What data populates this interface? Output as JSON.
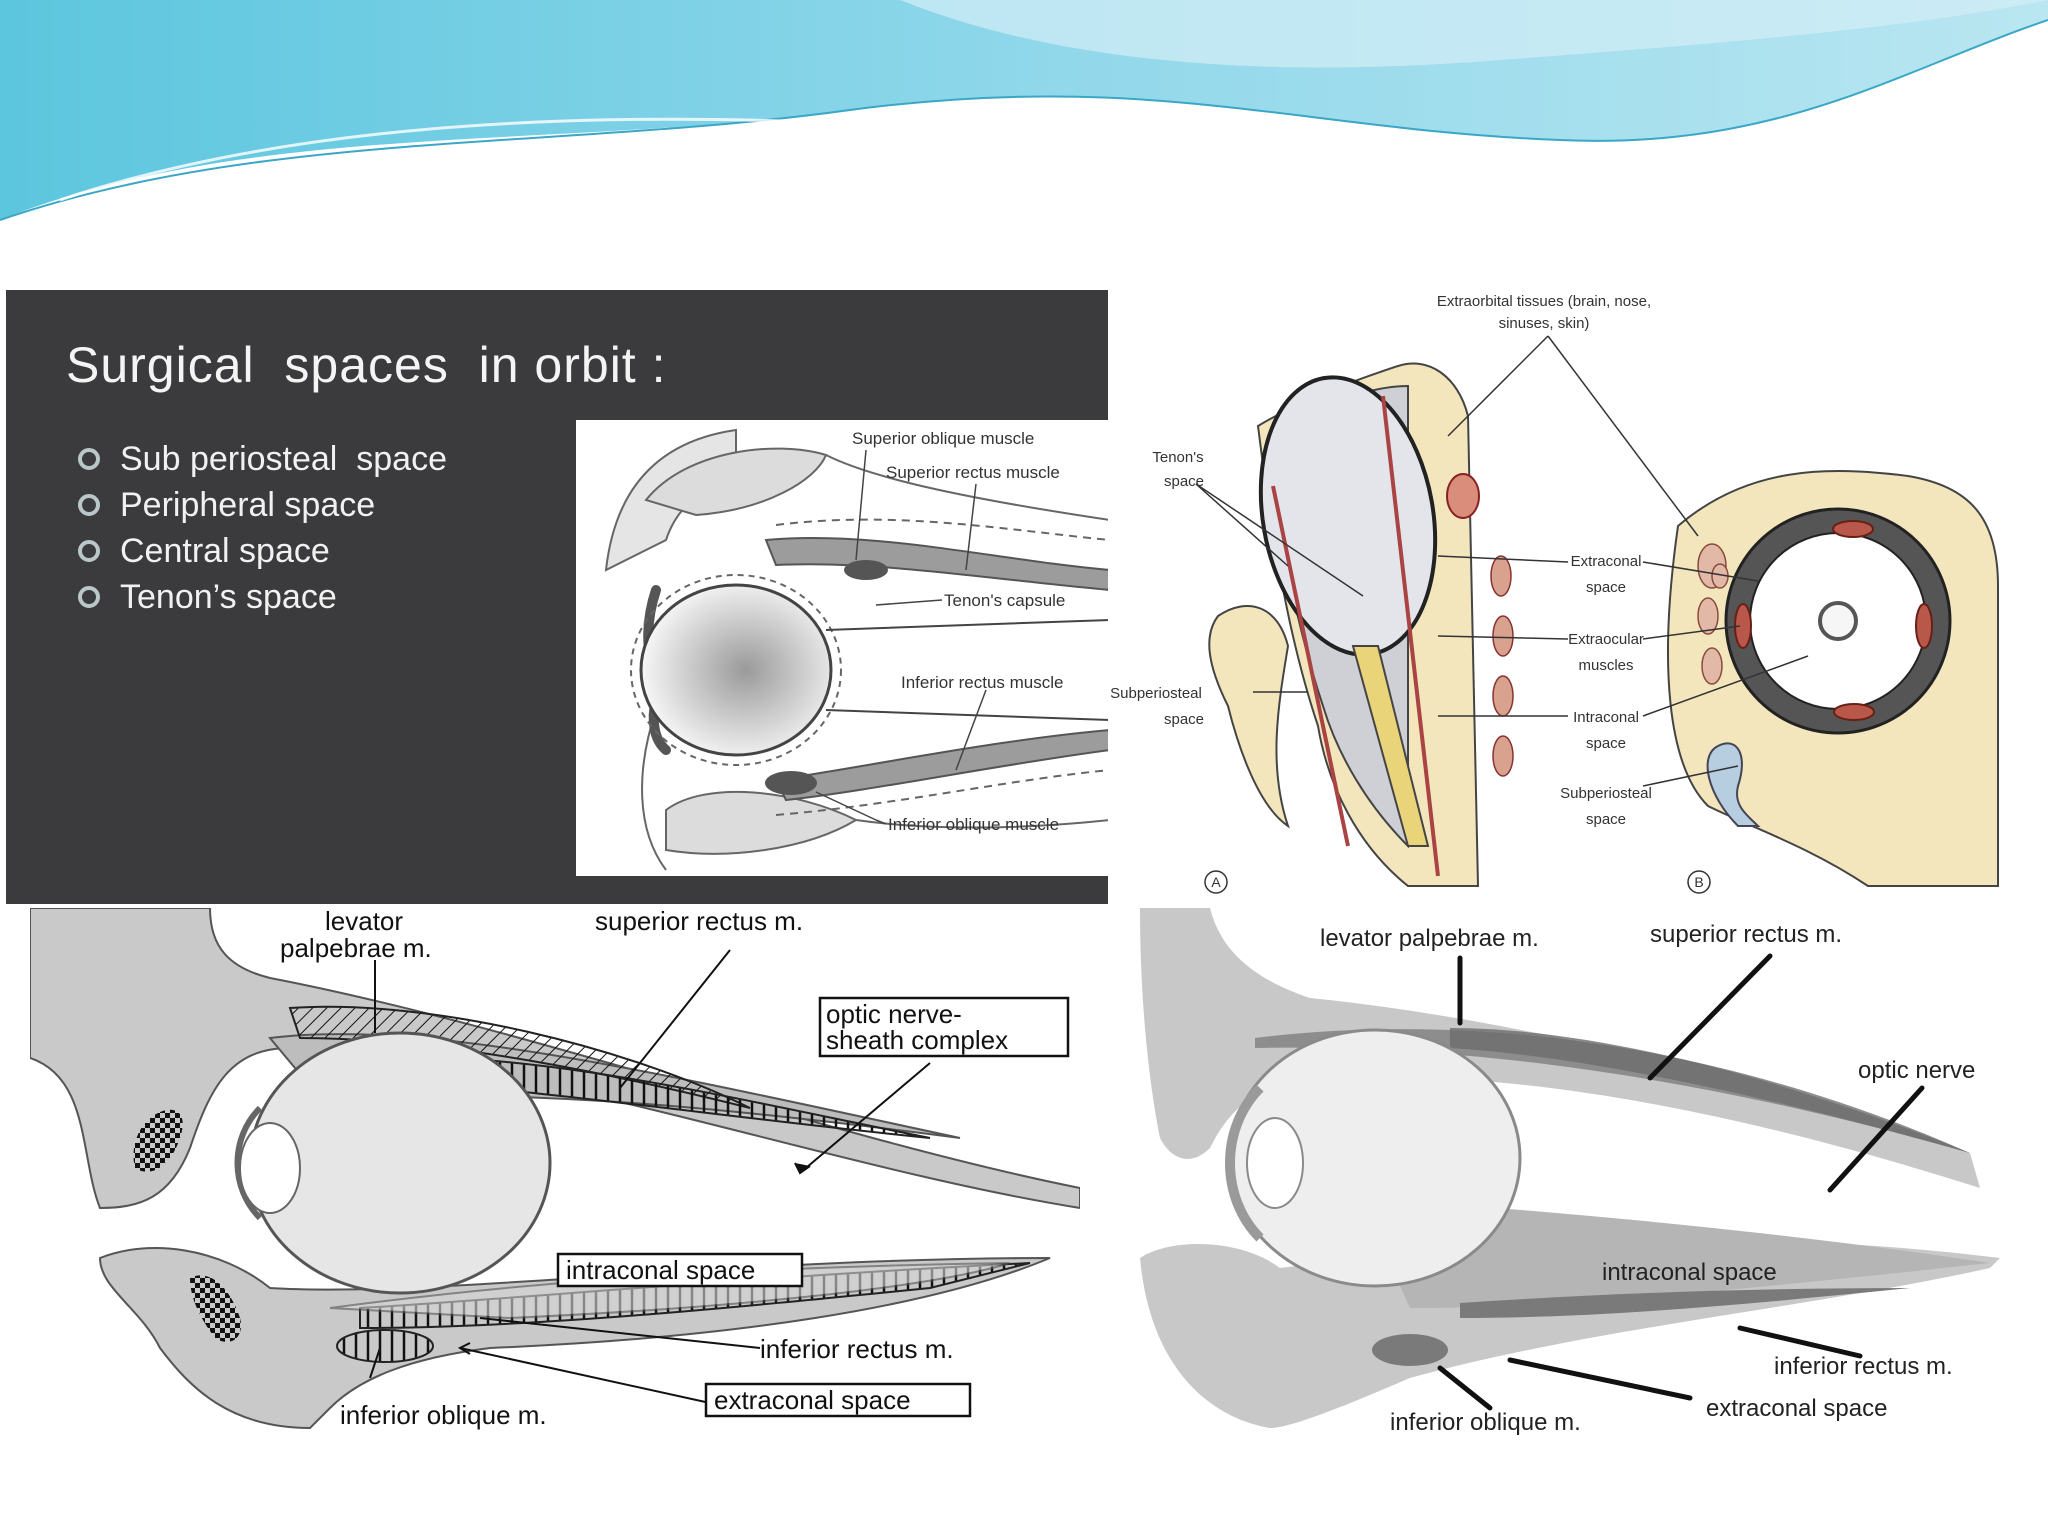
{
  "slide": {
    "title": "Surgical  spaces  in orbit :",
    "bullets": [
      "Sub periosteal  space",
      "Peripheral space",
      "Central space",
      "Tenon’s space"
    ],
    "colors": {
      "dark_panel": "#3b3b3d",
      "header_wave": "#7fd3e6",
      "bullet": "#b9c7c9"
    }
  },
  "fig_top_left": {
    "labels": {
      "superior_oblique": "Superior oblique muscle",
      "superior_rectus": "Superior rectus muscle",
      "tenons_capsule": "Tenon's capsule",
      "inferior_rectus": "Inferior rectus muscle",
      "inferior_oblique": "Inferior oblique muscle"
    }
  },
  "fig_top_right": {
    "labels": {
      "extraorbital_1": "Extraorbital tissues (brain, nose,",
      "extraorbital_2": "sinuses, skin)",
      "tenons_1": "Tenon's",
      "tenons_2": "space",
      "extraconal_1": "Extraconal",
      "extraconal_2": "space",
      "extraocular_1": "Extraocular",
      "extraocular_2": "muscles",
      "intraconal_1": "Intraconal",
      "intraconal_2": "space",
      "subperiosteal_left_1": "Subperiosteal",
      "subperiosteal_left_2": "space",
      "subperiosteal_right_1": "Subperiosteal",
      "subperiosteal_right_2": "space",
      "panel_a": "A",
      "panel_b": "B"
    }
  },
  "fig_bottom_left": {
    "labels": {
      "levator_1": "levator",
      "levator_2": "palpebrae m.",
      "superior_rectus": "superior rectus m.",
      "optic_1": "optic nerve-",
      "optic_2": "sheath complex",
      "intraconal": "intraconal space",
      "inferior_rectus": "inferior rectus m.",
      "extraconal": "extraconal space",
      "inferior_oblique": "inferior oblique m."
    }
  },
  "fig_bottom_right": {
    "labels": {
      "levator": "levator palpebrae m.",
      "superior_rectus": "superior rectus m.",
      "optic_nerve": "optic nerve",
      "intraconal": "intraconal space",
      "inferior_rectus": "inferior rectus m.",
      "extraconal": "extraconal space",
      "inferior_oblique": "inferior oblique m."
    }
  }
}
